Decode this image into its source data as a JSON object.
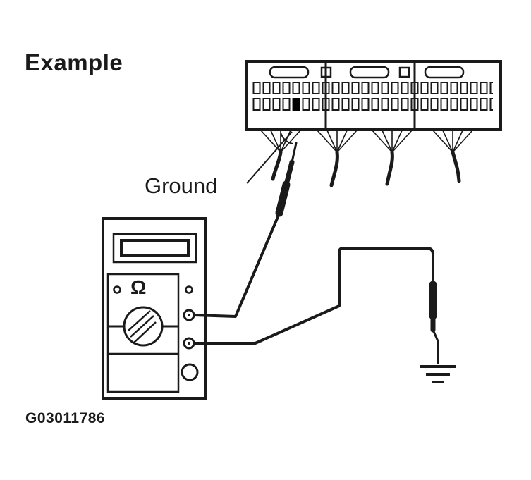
{
  "colors": {
    "line": "#1a1a1a",
    "background": "#ffffff",
    "ground_pin": "#000000"
  },
  "labels": {
    "heading": "Example",
    "ground": "Ground",
    "figure_id": "G03011786",
    "ohm_symbol": "Ω"
  },
  "diagram": {
    "type": "ohmmeter-ground-circuit-test-illustration",
    "parts": [
      "ecu-connector",
      "connector-pin-rows",
      "ground-pin",
      "wire-harness-bundles",
      "ground-leader-line",
      "multimeter",
      "multimeter-display",
      "rotary-dial",
      "test-lead-jacks",
      "probe-to-connector",
      "probe-to-chassis",
      "chassis-ground-symbol"
    ]
  }
}
